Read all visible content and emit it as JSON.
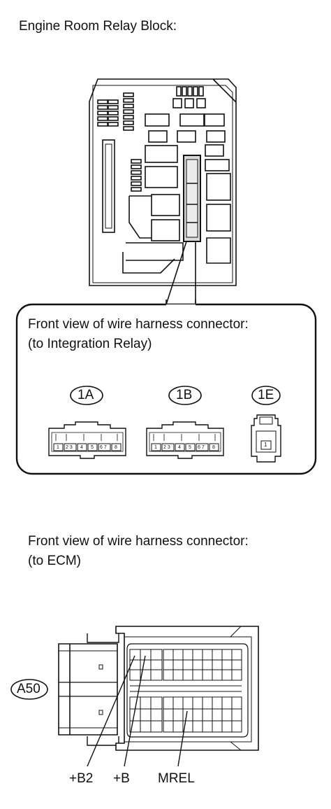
{
  "title": "Engine Room Relay Block:",
  "callout": {
    "line1": "Front view of wire harness connector:",
    "line2": "(to Integration Relay)",
    "connectors": [
      {
        "label": "1A",
        "pins": [
          "1",
          "2 3",
          "4",
          "5",
          "6 7",
          "8"
        ]
      },
      {
        "label": "1B",
        "pins": [
          "1",
          "2 3",
          "4",
          "5",
          "6 7",
          "8"
        ]
      },
      {
        "label": "1E",
        "pins": [
          "1"
        ]
      }
    ]
  },
  "ecm": {
    "line1": "Front view of wire harness connector:",
    "line2": "(to ECM)",
    "connector_label": "A50",
    "terminals": [
      "+B2",
      "+B",
      "MREL"
    ]
  }
}
